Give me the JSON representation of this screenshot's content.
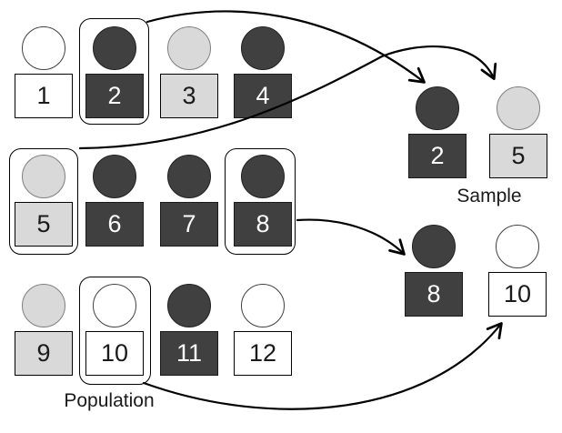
{
  "diagram": {
    "title_hint": "random sampling from a population",
    "population_label": "Population",
    "sample_label": "Sample",
    "colors": {
      "dark_fill": "#404040",
      "light_fill": "#d9d9d9",
      "white_fill": "#ffffff",
      "stroke": "#000000"
    },
    "population": {
      "items": [
        {
          "label": "1",
          "shade": "white",
          "selected": false
        },
        {
          "label": "2",
          "shade": "dark",
          "selected": true
        },
        {
          "label": "3",
          "shade": "light",
          "selected": false
        },
        {
          "label": "4",
          "shade": "dark",
          "selected": false
        },
        {
          "label": "5",
          "shade": "light",
          "selected": true
        },
        {
          "label": "6",
          "shade": "dark",
          "selected": false
        },
        {
          "label": "7",
          "shade": "dark",
          "selected": false
        },
        {
          "label": "8",
          "shade": "dark",
          "selected": true
        },
        {
          "label": "9",
          "shade": "light",
          "selected": false
        },
        {
          "label": "10",
          "shade": "white",
          "selected": true
        },
        {
          "label": "11",
          "shade": "dark",
          "selected": false
        },
        {
          "label": "12",
          "shade": "white",
          "selected": false
        }
      ]
    },
    "sample": {
      "items": [
        {
          "label": "2",
          "shade": "dark"
        },
        {
          "label": "5",
          "shade": "light"
        },
        {
          "label": "8",
          "shade": "dark"
        },
        {
          "label": "10",
          "shade": "white"
        }
      ]
    },
    "arrows": [
      {
        "from": "population-2",
        "to": "sample-2"
      },
      {
        "from": "population-5",
        "to": "sample-5"
      },
      {
        "from": "population-8",
        "to": "sample-8"
      },
      {
        "from": "population-10",
        "to": "sample-10"
      }
    ]
  }
}
